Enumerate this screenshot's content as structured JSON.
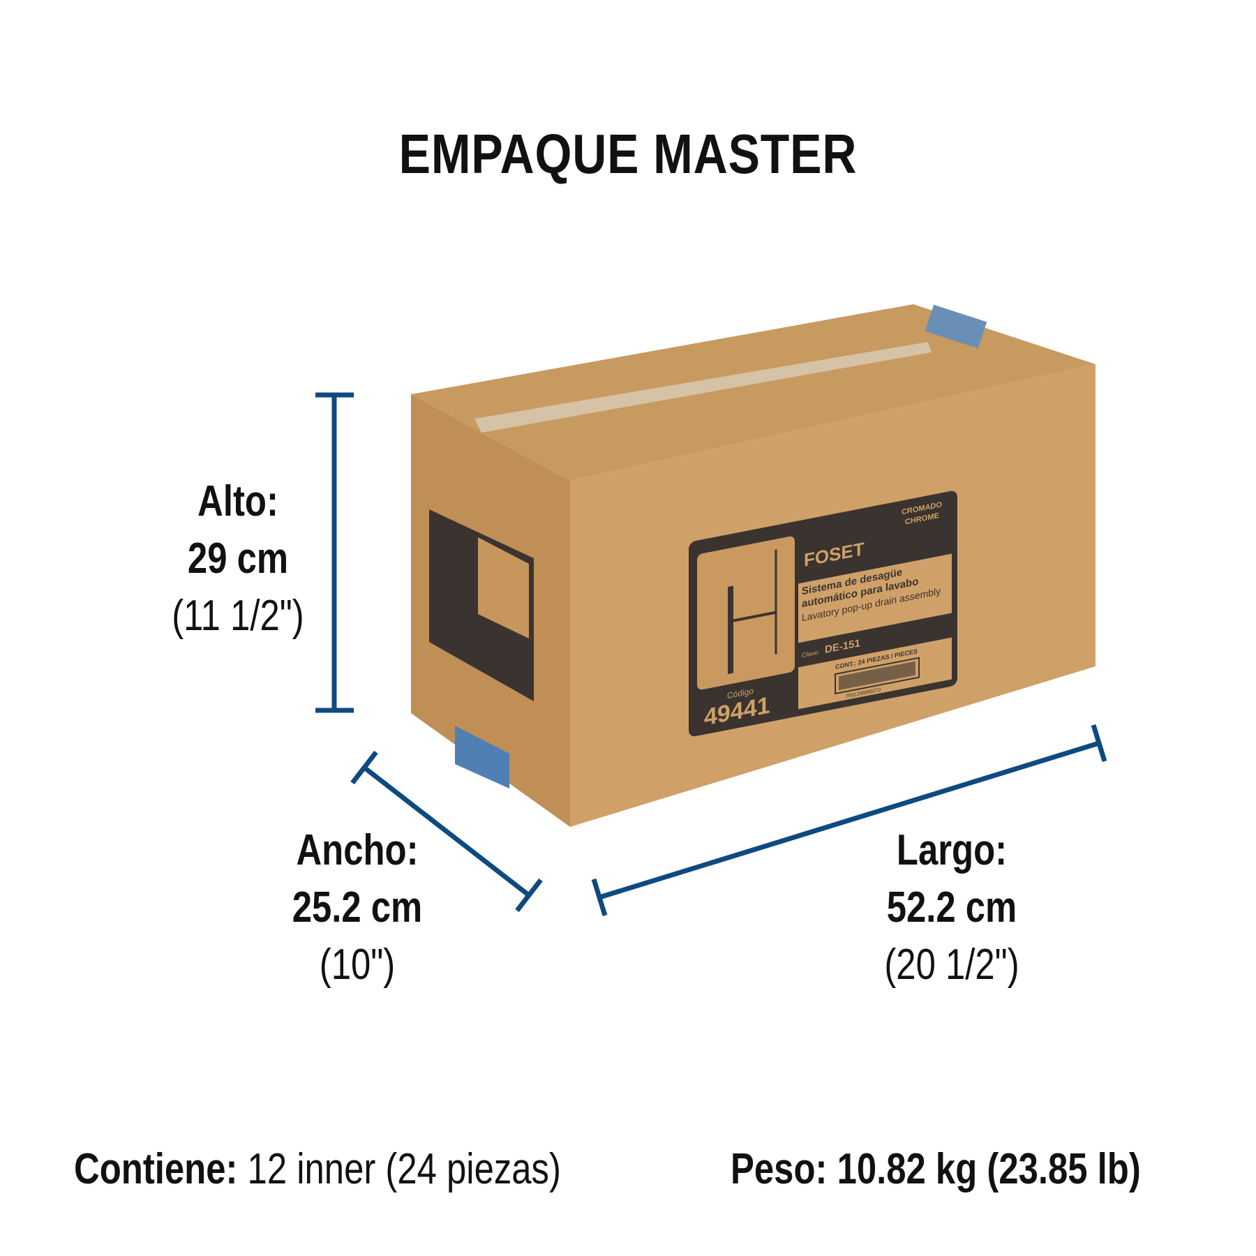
{
  "title": "EMPAQUE MASTER",
  "accent_color": "#0d4a80",
  "dimensions": {
    "alto": {
      "label": "Alto:",
      "metric": "29 cm",
      "imperial": "(11 1/2\")"
    },
    "ancho": {
      "label": "Ancho:",
      "metric": "25.2 cm",
      "imperial": "(10\")"
    },
    "largo": {
      "label": "Largo:",
      "metric": "52.2 cm",
      "imperial": "(20 1/2\")"
    }
  },
  "contents": {
    "label": "Contiene:",
    "value": "12 inner (24 piezas)"
  },
  "weight": {
    "label": "Peso:",
    "value": "10.82 kg (23.85 lb)"
  },
  "box_label": {
    "brand": "FOSET",
    "finish_es": "CROMADO",
    "finish_en": "CHROME",
    "name_es_1": "Sistema de desagüe",
    "name_es_2": "automático para lavabo",
    "name_en": "Lavatory pop-up drain assembly",
    "clave_label": "Clave:",
    "clave": "DE-151",
    "cont": "CONT.: 24 PIEZAS / PIECES",
    "barcode_number": "7501206686272",
    "codigo_label": "Código",
    "codigo": "49441"
  }
}
